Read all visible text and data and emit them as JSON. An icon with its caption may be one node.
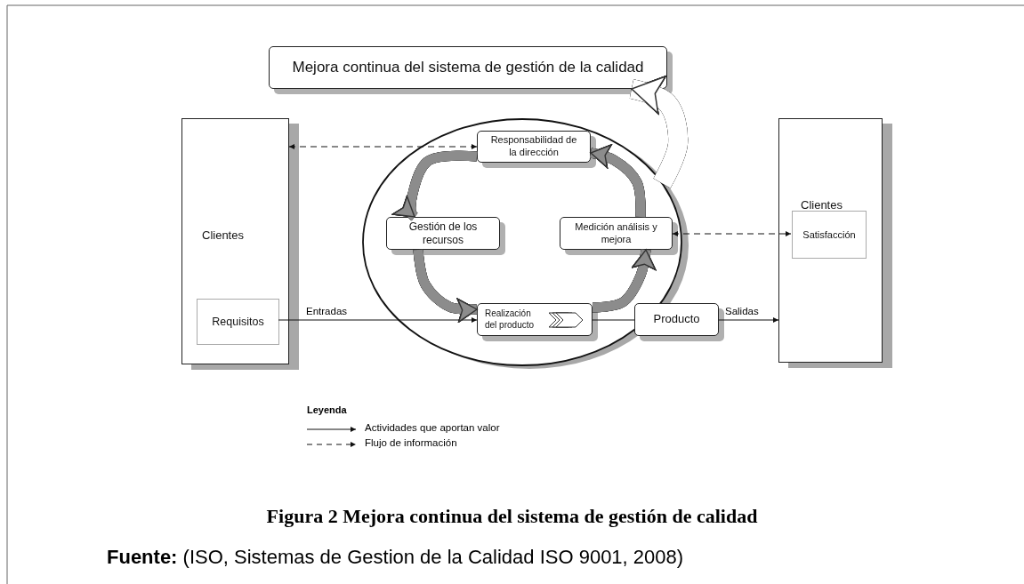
{
  "diagram": {
    "caption": "Figura 2 Mejora continua del sistema de gestión de calidad",
    "nodes": [
      {
        "text": [
          "Mejora continua del sistema de gestión de la calidad"
        ]
      },
      {
        "text": [
          "Clientes"
        ]
      },
      {
        "text": [
          "Requisitos"
        ],
        "in": 1
      },
      {
        "text": [],
        "shape": "circle"
      },
      {
        "text": [
          "Responsabilidad de la dirección"
        ],
        "in": 3
      },
      {
        "text": [
          "Gestión de los recursos"
        ],
        "in": 3
      },
      {
        "text": [
          "Medición análisis y mejora"
        ],
        "in": 3
      },
      {
        "text": [
          "Realización del producto"
        ],
        "in": 3
      },
      {
        "text": [
          "Producto"
        ]
      },
      {
        "text": [
          "Clientes"
        ]
      },
      {
        "text": [
          "Satisfacción"
        ],
        "in": 9
      }
    ],
    "edges": [
      {
        "from": 1,
        "to": 4,
        "arrow": "both",
        "style": "dashed"
      },
      {
        "from": 6,
        "to": 10,
        "arrow": "both",
        "style": "dashed"
      },
      {
        "from": 2,
        "to": 7,
        "arrow": "to",
        "label": "Entradas"
      },
      {
        "from": 7,
        "to": 8,
        "arrow": "none"
      },
      {
        "from": 8,
        "to": 9,
        "arrow": "to",
        "label": "Salidas"
      },
      {
        "from": 4,
        "to": 5,
        "arrow": "to",
        "style": "thick",
        "color": "#8c8c8c"
      },
      {
        "from": 5,
        "to": 7,
        "arrow": "to",
        "style": "thick",
        "color": "#8c8c8c"
      },
      {
        "from": 7,
        "to": 6,
        "arrow": "to",
        "style": "thick",
        "color": "#8c8c8c"
      },
      {
        "from": 6,
        "to": 4,
        "arrow": "to",
        "style": "thick",
        "color": "#8c8c8c"
      },
      {
        "from": 3,
        "to": 0,
        "arrow": "to",
        "style": "thick",
        "color": "#ffffff"
      }
    ],
    "labels": [
      "Leyenda",
      "**Fuente:** (ISO, Sistemas de Gestion de la Calidad ISO 9001, 2008)"
    ],
    "legend": [
      {
        "text": "Actividades que aportan valor"
      },
      {
        "text": "Flujo de información"
      }
    ]
  }
}
